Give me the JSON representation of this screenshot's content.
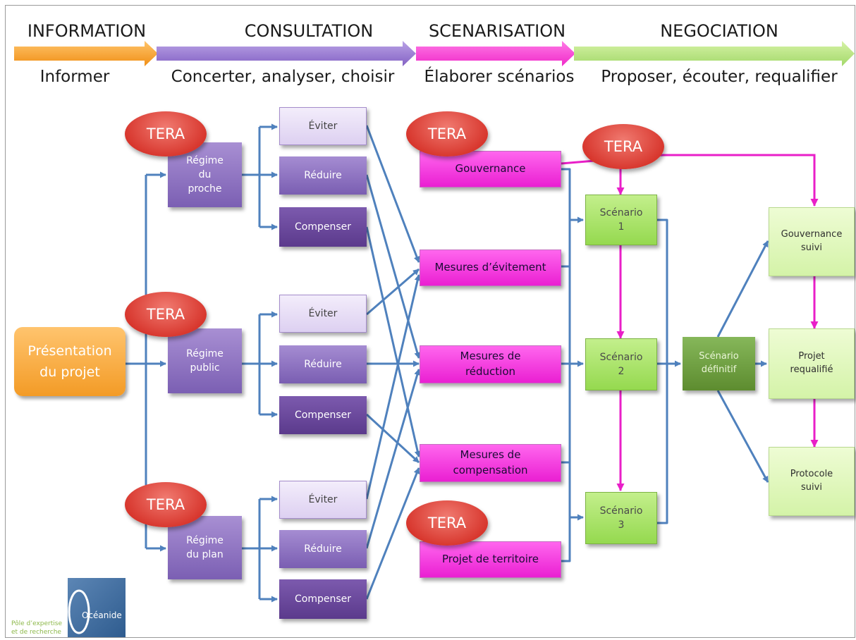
{
  "phases": [
    {
      "title": "INFORMATION",
      "subtitle": "Informer"
    },
    {
      "title": "CONSULTATION",
      "subtitle": "Concerter, analyser, choisir"
    },
    {
      "title": "SCENARISATION",
      "subtitle": "Élaborer scénarios"
    },
    {
      "title": "NEGOCIATION",
      "subtitle": "Proposer, écouter, requalifier"
    }
  ],
  "colors": {
    "information": "#f59a23",
    "consultation": "#9370d0",
    "scenarisation": "#ff33cc",
    "negociation": "#a6d96a",
    "tera": "#d9342b",
    "connector_blue": "#4f81bd",
    "connector_pink": "#e91fc8"
  },
  "tera_label": "TERA",
  "presentation": "Présentation\ndu projet",
  "regimes": [
    {
      "label": "Régime\ndu\nproche"
    },
    {
      "label": "Régime\npublic"
    },
    {
      "label": "Régime\ndu plan"
    }
  ],
  "actions": {
    "eviter": "Éviter",
    "reduire": "Réduire",
    "compenser": "Compenser"
  },
  "measures": {
    "gouvernance": "Gouvernance",
    "evitement": "Mesures d’évitement",
    "reduction": "Mesures de\nréduction",
    "compensation": "Mesures de\ncompensation",
    "territoire": "Projet de territoire"
  },
  "scenarios": [
    {
      "label": "Scénario\n1"
    },
    {
      "label": "Scénario\n2"
    },
    {
      "label": "Scénario\n3"
    }
  ],
  "scenario_definitif": "Scénario\ndéfinitif",
  "outcomes": {
    "gouvernance_suivi": "Gouvernance\nsuivi",
    "projet_requalifie": "Projet\nrequalifié",
    "protocole_suivi": "Protocole\nsuivi"
  },
  "logo": {
    "name": "Océanide",
    "caption_line1": "Pôle d’expertise",
    "caption_line2": "et de recherche"
  }
}
